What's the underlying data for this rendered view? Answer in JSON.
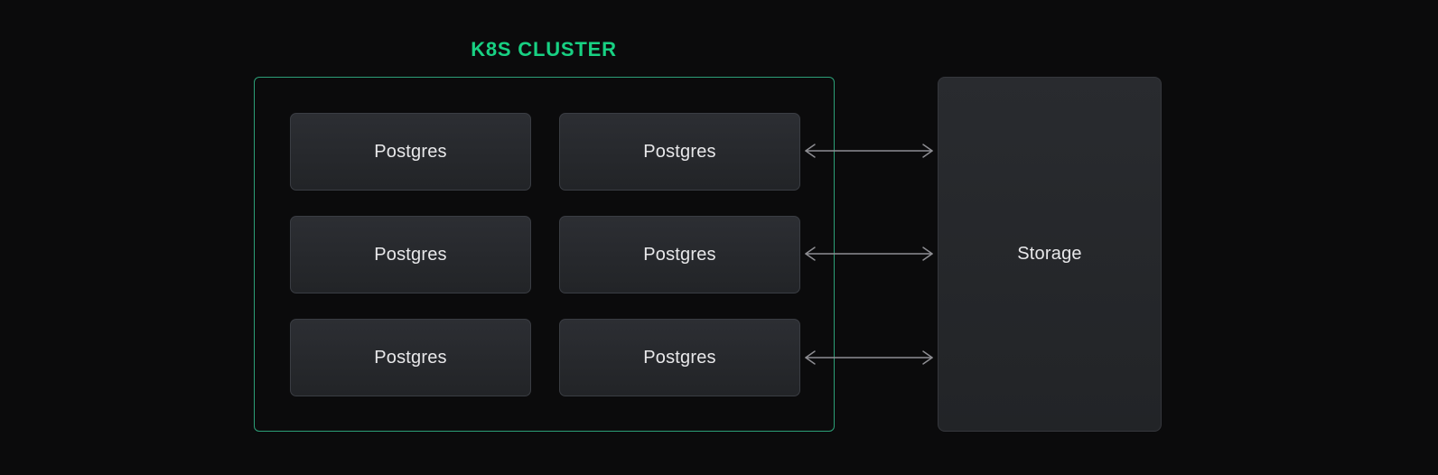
{
  "diagram": {
    "title": "K8S CLUSTER",
    "cluster_nodes": [
      {
        "label": "Postgres"
      },
      {
        "label": "Postgres"
      },
      {
        "label": "Postgres"
      },
      {
        "label": "Postgres"
      },
      {
        "label": "Postgres"
      },
      {
        "label": "Postgres"
      }
    ],
    "storage": {
      "label": "Storage"
    },
    "connections": [
      {
        "from": "Postgres",
        "to": "Storage",
        "type": "bidirectional-arrow"
      },
      {
        "from": "Postgres",
        "to": "Storage",
        "type": "bidirectional-arrow"
      },
      {
        "from": "Postgres",
        "to": "Storage",
        "type": "bidirectional-arrow"
      }
    ],
    "colors": {
      "background": "#0b0b0c",
      "accent_green": "#18d183",
      "cluster_border": "#2c9f77",
      "node_background": "#27292e",
      "node_border": "#3a3d43",
      "arrow": "#8e8e93",
      "text": "#e8e8ea"
    }
  }
}
